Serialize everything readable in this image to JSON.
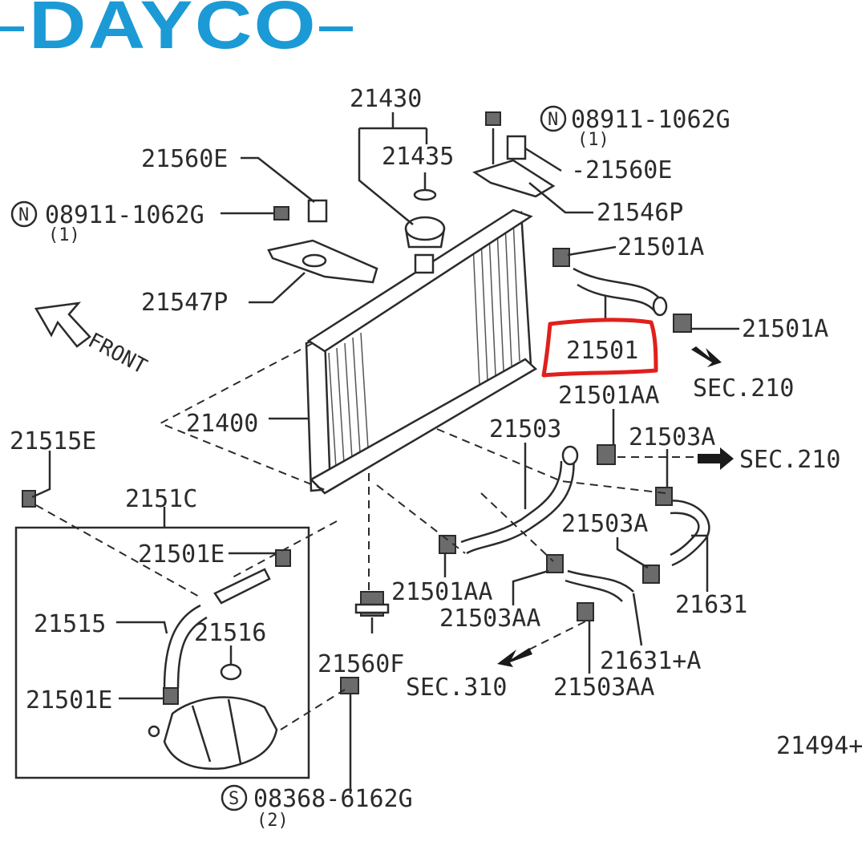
{
  "brand": {
    "name": "DAYCO",
    "color": "#1b9ad6"
  },
  "highlight_color": "#e0201c",
  "labels": {
    "p21430": "21430",
    "p21435": "21435",
    "p21560E_left": "21560E",
    "p21560E_right": "-21560E",
    "n08911_left": "08911-1062G",
    "n08911_left_qty": "(1)",
    "n08911_right": "08911-1062G",
    "n08911_right_qty": "(1)",
    "p21546P": "21546P",
    "p21547P": "21547P",
    "p21501A_top": "21501A",
    "p21501A_right": "21501A",
    "p21501_highlighted": "21501",
    "sec210_upper": "SEC.210",
    "p21501AA_upper": "21501AA",
    "p21503": "21503",
    "p21503A_upper": "21503A",
    "sec210_lower": "SEC.210",
    "p21400": "21400",
    "p21515E": "21515E",
    "p21510": "2151C",
    "p21501E_upper": "21501E",
    "p21503A_lower": "21503A",
    "p21501AA_lower": "21501AA",
    "p21503AA_mid": "21503AA",
    "p21631": "21631",
    "p21515": "21515",
    "p21516": "21516",
    "p21560F": "21560F",
    "p21631A": "21631+A",
    "sec310": "SEC.310",
    "p21501E_lower": "21501E",
    "p21503AA_lower": "21503AA",
    "p21494": "21494+",
    "s08368": "08368-6162G",
    "s08368_qty": "(2)",
    "front": "FRONT",
    "n_symbol": "N",
    "s_symbol": "S"
  }
}
